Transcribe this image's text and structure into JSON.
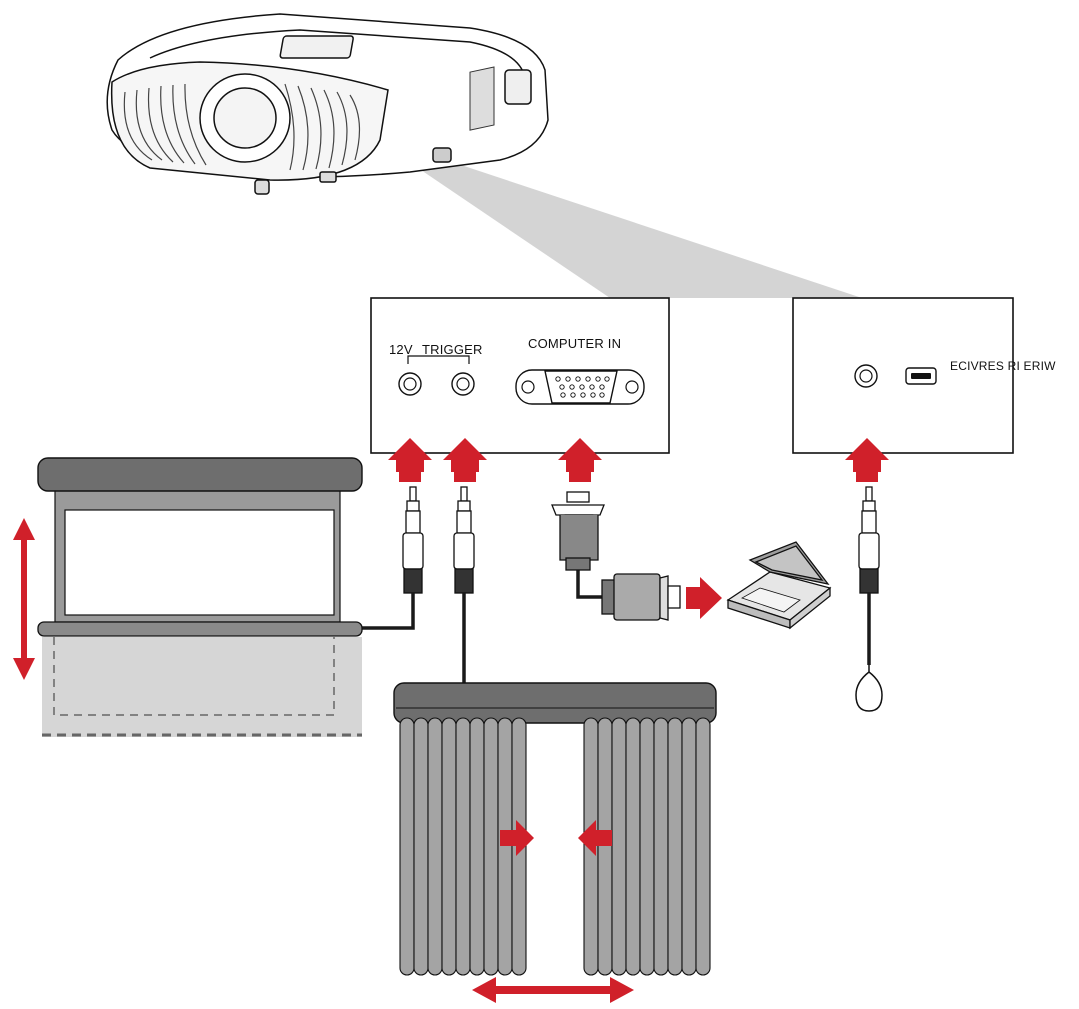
{
  "labels": {
    "trigger_12v": "12V",
    "trigger_word": "TRIGGER",
    "computer_in": "COMPUTER IN",
    "wired_ir": "ECIVRES RI ERIW"
  },
  "colors": {
    "arrow": "#d0202a",
    "outline": "#111111",
    "cable": "#1a1a1a",
    "light_gray": "#d9d9d9",
    "mid_gray": "#9a9a9a",
    "dark_gray": "#6e6e6e",
    "beam": "#c9c9c9"
  },
  "icons": [
    "projector",
    "light-beam",
    "rear-panel",
    "side-panel",
    "projection-screen",
    "motorized-curtain",
    "laptop",
    "vga-cable",
    "audio-jack",
    "ir-receiver",
    "arrow"
  ]
}
